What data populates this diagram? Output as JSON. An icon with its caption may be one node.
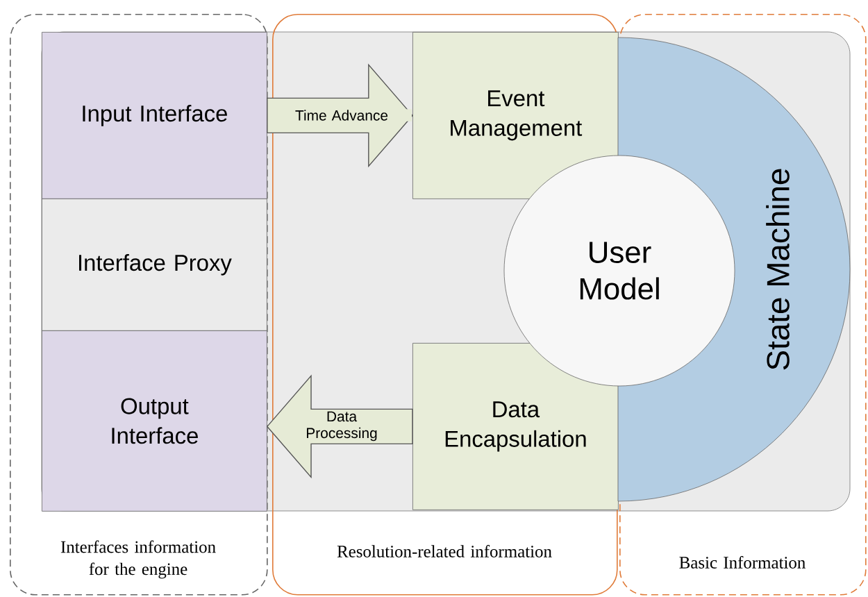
{
  "diagram": {
    "nodes": [
      {
        "text": [
          "Interfaces information for the engine"
        ]
      },
      {
        "text": [
          "Resolution-related information"
        ]
      },
      {
        "text": [
          "Basic Information"
        ]
      },
      {
        "text": [
          "Input Interface"
        ],
        "in": 0
      },
      {
        "text": [
          "Interface Proxy"
        ],
        "in": 0
      },
      {
        "text": [
          "Output Interface"
        ],
        "in": 0
      },
      {
        "text": [
          "Event Management"
        ],
        "in": 1
      },
      {
        "text": [
          "Data Encapsulation"
        ],
        "in": 1
      },
      {
        "text": [
          "User Model"
        ]
      },
      {
        "text": [
          "State Machine"
        ],
        "in": 2
      }
    ],
    "edges": [
      {
        "from": 3,
        "to": 6,
        "arrow": "to",
        "label": "Time Advance"
      },
      {
        "from": 7,
        "to": 5,
        "arrow": "to",
        "label": "Data Processing"
      }
    ]
  }
}
